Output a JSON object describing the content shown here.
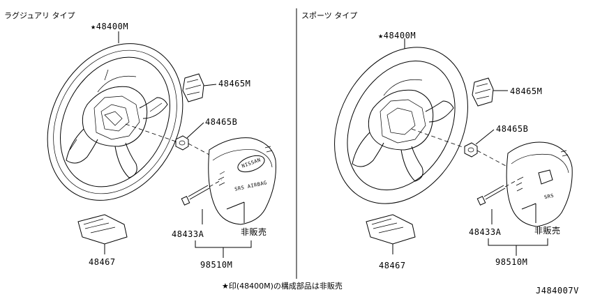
{
  "left_header": "ラグジュアリ タイプ",
  "right_header": "スポーツ タイプ",
  "left": {
    "wheel_part": "★48400M",
    "switch_part": "48465M",
    "nut_part": "48465B",
    "bolt_part": "48433A",
    "not_sold": "非販売",
    "module_part": "98510M",
    "cover_part": "48467",
    "pad_logo": "NISSAN",
    "pad_text": "SRS AIRBAG"
  },
  "right": {
    "wheel_part": "★48400M",
    "switch_part": "48465M",
    "nut_part": "48465B",
    "bolt_part": "48433A",
    "not_sold": "非販売",
    "module_part": "98510M",
    "cover_part": "48467",
    "pad_text": "SRS"
  },
  "footnote": "★印(48400M)の構成部品は非販売",
  "diagram_code": "J484007V"
}
